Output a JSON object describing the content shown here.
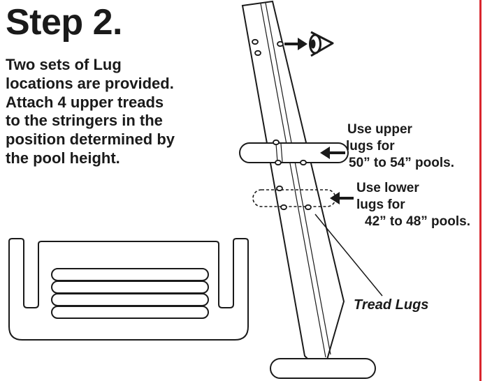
{
  "step": {
    "title": "Step 2.",
    "instruction_lines": [
      "Two sets of Lug",
      "locations are provided.",
      "Attach 4 upper treads",
      "to the stringers in the",
      "position determined by",
      "the pool height."
    ]
  },
  "callouts": {
    "upper": {
      "lines": [
        "Use upper",
        "lugs for",
        "50” to 54” pools."
      ]
    },
    "lower": {
      "lines": [
        "Use lower",
        "lugs for",
        "42” to 48” pools."
      ]
    },
    "tread_lugs": "Tread Lugs"
  },
  "colors": {
    "line": "#1a1a1a",
    "text": "#1a1a1a",
    "background": "#ffffff",
    "edge_accent": "#d9262e"
  },
  "icons": {
    "view": "eye-icon",
    "pointer": "arrow-left-icon"
  }
}
